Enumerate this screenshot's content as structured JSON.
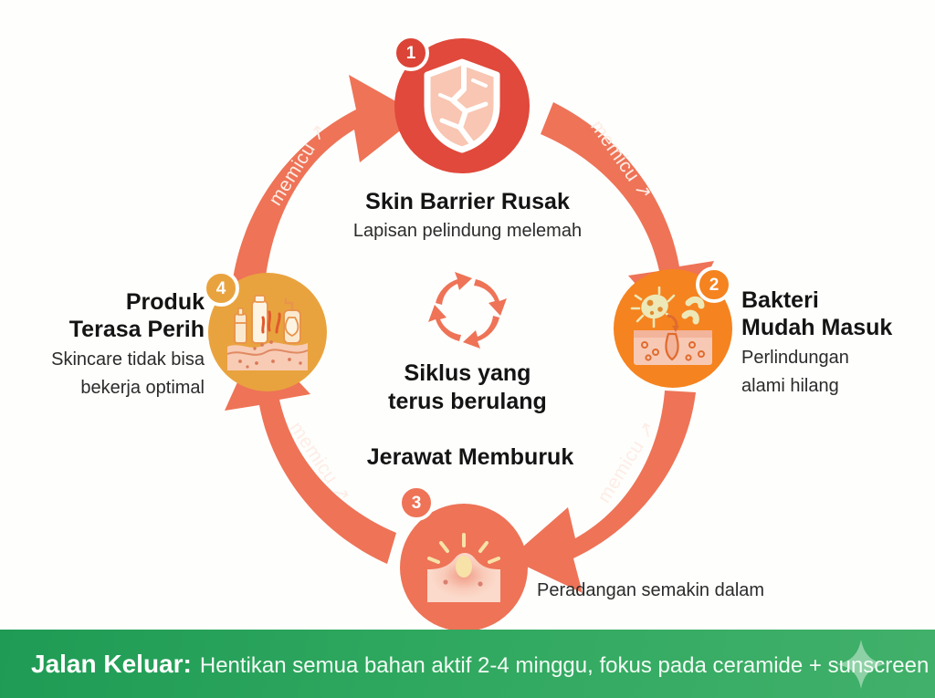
{
  "background_color": "#FEFEFC",
  "cycle": {
    "center": {
      "icon": "circular-refresh-cycle-icon",
      "caption_line1": "Siklus yang",
      "caption_line2": "terus berulang"
    },
    "transition_label": "memicu",
    "transition_arrow_glyph": "↗",
    "steps": [
      {
        "number": "1",
        "position": "top",
        "color": "#E0493B",
        "badge_color": "#DB4436",
        "icon": "cracked-shield-icon",
        "title": "Skin Barrier Rusak",
        "subtitle": "Lapisan pelindung melemah"
      },
      {
        "number": "2",
        "position": "right",
        "color": "#F5831F",
        "badge_color": "#F5831F",
        "icon": "bacteria-entering-pore-icon",
        "title_line1": "Bakteri",
        "title_line2": "Mudah Masuk",
        "subtitle_line1": "Perlindungan",
        "subtitle_line2": "alami hilang"
      },
      {
        "number": "3",
        "position": "bottom",
        "color": "#EE7357",
        "badge_color": "#EE7357",
        "icon": "inflamed-pimple-icon",
        "title": "Jerawat Memburuk",
        "subtitle": "Peradangan semakin dalam"
      },
      {
        "number": "4",
        "position": "left",
        "color": "#E9A33E",
        "badge_color": "#E9A33E",
        "icon": "skincare-products-stinging-skin-icon",
        "title_line1": "Produk",
        "title_line2": "Terasa Perih",
        "subtitle_line1": "Skincare tidak bisa",
        "subtitle_line2": "bekerja optimal"
      }
    ],
    "arrow_color": "#EE7357"
  },
  "banner": {
    "background_color": "#2FA85F",
    "lead_label": "Jalan Keluar:",
    "text": "Hentikan semua bahan aktif 2-4 minggu, fokus pada ceramide + sunscreen",
    "decoration_icon": "sparkle-star-icon"
  }
}
